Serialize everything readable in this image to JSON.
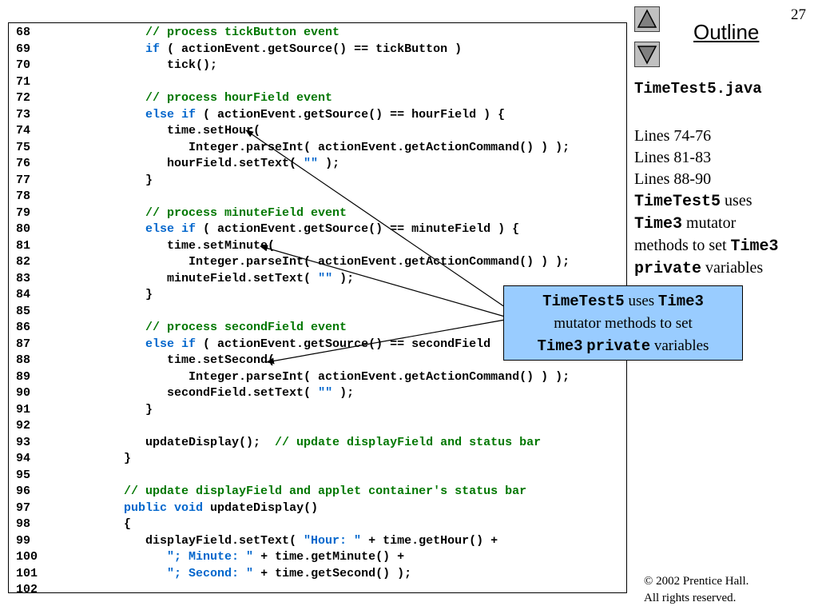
{
  "slide": {
    "page_number": "27",
    "outline_title": "Outline",
    "filename": "TimeTest5.java",
    "notes": {
      "line1": "Lines 74-76",
      "line2": "Lines 81-83",
      "line3": "Lines 88-90",
      "cls": "TimeTest5",
      "uses": " uses",
      "time3": "Time3",
      "mutator": " mutator",
      "methods": "methods to set ",
      "private_kw": "private",
      "variables": " variables"
    },
    "callout": {
      "cls": "TimeTest5",
      "uses": " uses ",
      "time3": "Time3",
      "mutator": "mutator methods to set",
      "private_kw": "private",
      "variables": " variables"
    },
    "footer": {
      "copyright": "© 2002 Prentice Hall.",
      "rights": "All rights reserved."
    }
  },
  "code": {
    "lines": [
      {
        "n": "68",
        "segs": [
          {
            "t": "         "
          },
          {
            "t": "// process tickButton event",
            "c": "c"
          }
        ]
      },
      {
        "n": "69",
        "segs": [
          {
            "t": "         "
          },
          {
            "t": "if",
            "c": "k"
          },
          {
            "t": " ( actionEvent.getSource() == tickButton )"
          }
        ]
      },
      {
        "n": "70",
        "segs": [
          {
            "t": "            tick();"
          }
        ]
      },
      {
        "n": "71",
        "segs": []
      },
      {
        "n": "72",
        "segs": [
          {
            "t": "         "
          },
          {
            "t": "// process hourField event",
            "c": "c"
          }
        ]
      },
      {
        "n": "73",
        "segs": [
          {
            "t": "         "
          },
          {
            "t": "else if",
            "c": "k"
          },
          {
            "t": " ( actionEvent.getSource() == hourField ) {"
          }
        ]
      },
      {
        "n": "74",
        "segs": [
          {
            "t": "            time.setHour("
          }
        ]
      },
      {
        "n": "75",
        "segs": [
          {
            "t": "               Integer.parseInt( actionEvent.getActionCommand() ) );"
          }
        ]
      },
      {
        "n": "76",
        "segs": [
          {
            "t": "            hourField.setText( "
          },
          {
            "t": "\"\"",
            "c": "s"
          },
          {
            "t": " );"
          }
        ]
      },
      {
        "n": "77",
        "segs": [
          {
            "t": "         }"
          }
        ]
      },
      {
        "n": "78",
        "segs": []
      },
      {
        "n": "79",
        "segs": [
          {
            "t": "         "
          },
          {
            "t": "// process minuteField event",
            "c": "c"
          }
        ]
      },
      {
        "n": "80",
        "segs": [
          {
            "t": "         "
          },
          {
            "t": "else if",
            "c": "k"
          },
          {
            "t": " ( actionEvent.getSource() == minuteField ) {"
          }
        ]
      },
      {
        "n": "81",
        "segs": [
          {
            "t": "            time.setMinute("
          }
        ]
      },
      {
        "n": "82",
        "segs": [
          {
            "t": "               Integer.parseInt( actionEvent.getActionCommand() ) );"
          }
        ]
      },
      {
        "n": "83",
        "segs": [
          {
            "t": "            minuteField.setText( "
          },
          {
            "t": "\"\"",
            "c": "s"
          },
          {
            "t": " );"
          }
        ]
      },
      {
        "n": "84",
        "segs": [
          {
            "t": "         }"
          }
        ]
      },
      {
        "n": "85",
        "segs": []
      },
      {
        "n": "86",
        "segs": [
          {
            "t": "         "
          },
          {
            "t": "// process secondField event",
            "c": "c"
          }
        ]
      },
      {
        "n": "87",
        "segs": [
          {
            "t": "         "
          },
          {
            "t": "else if",
            "c": "k"
          },
          {
            "t": " ( actionEvent.getSource() == secondField"
          }
        ]
      },
      {
        "n": "88",
        "segs": [
          {
            "t": "            time.setSecond("
          }
        ]
      },
      {
        "n": "89",
        "segs": [
          {
            "t": "               Integer.parseInt( actionEvent.getActionCommand() ) );"
          }
        ]
      },
      {
        "n": "90",
        "segs": [
          {
            "t": "            secondField.setText( "
          },
          {
            "t": "\"\"",
            "c": "s"
          },
          {
            "t": " );"
          }
        ]
      },
      {
        "n": "91",
        "segs": [
          {
            "t": "         }"
          }
        ]
      },
      {
        "n": "92",
        "segs": []
      },
      {
        "n": "93",
        "segs": [
          {
            "t": "         updateDisplay();  "
          },
          {
            "t": "// update displayField and status bar",
            "c": "c"
          }
        ]
      },
      {
        "n": "94",
        "segs": [
          {
            "t": "      }"
          }
        ]
      },
      {
        "n": "95",
        "segs": []
      },
      {
        "n": "96",
        "segs": [
          {
            "t": "      "
          },
          {
            "t": "// update displayField and applet container's status bar",
            "c": "c"
          }
        ]
      },
      {
        "n": "97",
        "segs": [
          {
            "t": "      "
          },
          {
            "t": "public void",
            "c": "k"
          },
          {
            "t": " updateDisplay()"
          }
        ]
      },
      {
        "n": "98",
        "segs": [
          {
            "t": "      {"
          }
        ]
      },
      {
        "n": "99",
        "segs": [
          {
            "t": "         displayField.setText( "
          },
          {
            "t": "\"Hour: \"",
            "c": "s"
          },
          {
            "t": " + time.getHour() +"
          }
        ]
      },
      {
        "n": "100",
        "segs": [
          {
            "t": "            "
          },
          {
            "t": "\"; Minute: \"",
            "c": "s"
          },
          {
            "t": " + time.getMinute() +"
          }
        ]
      },
      {
        "n": "101",
        "segs": [
          {
            "t": "            "
          },
          {
            "t": "\"; Second: \"",
            "c": "s"
          },
          {
            "t": " + time.getSecond() );"
          }
        ]
      },
      {
        "n": "102",
        "segs": []
      }
    ]
  },
  "colors": {
    "keyword": "#0066cc",
    "comment": "#007700",
    "string": "#0066cc",
    "callout_bg": "#99ccff",
    "nav_button_bg": "#c0c0c0"
  },
  "icons": {
    "up_button": "triangle-up-icon",
    "down_button": "triangle-down-icon"
  }
}
